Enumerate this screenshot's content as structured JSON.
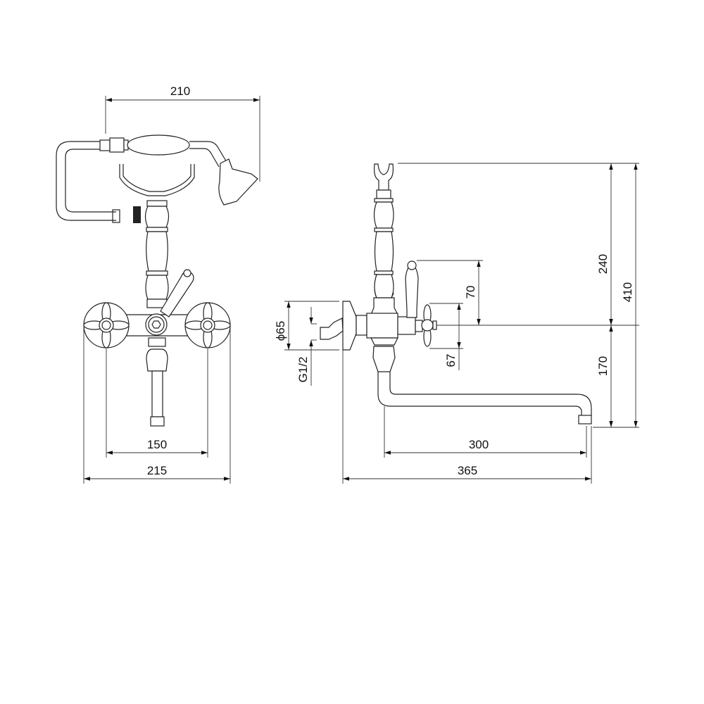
{
  "drawing": {
    "front_view": {
      "dimensions": {
        "hand_shower_width": "210",
        "handle_spacing": "150",
        "overall_width": "215"
      }
    },
    "side_view": {
      "dimensions": {
        "height_to_holder": "240",
        "overall_height": "410",
        "lever_height": "70",
        "cross_handle": "67",
        "flange_diameter": "ϕ65",
        "thread": "G1/2",
        "spout_height": "170",
        "spout_reach": "300",
        "overall_depth": "365"
      }
    },
    "line_color": "#222222"
  }
}
